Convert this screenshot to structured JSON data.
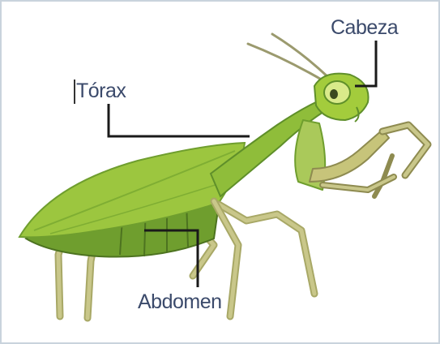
{
  "labels": {
    "cabeza": "Cabeza",
    "torax": "Tórax",
    "abdomen": "Abdomen"
  },
  "colors": {
    "label_text": "#3b4a6b",
    "leader_line": "#1a1a1a",
    "body_light": "#9cc63f",
    "body_dark": "#5f8f2a",
    "leg": "#b9b873"
  }
}
